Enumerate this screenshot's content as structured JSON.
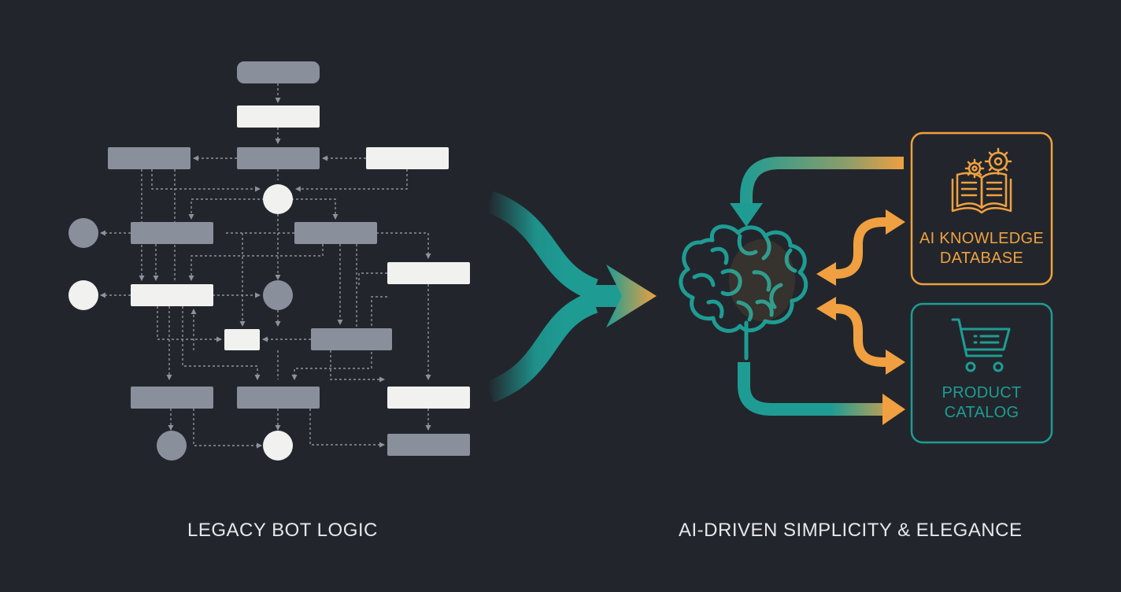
{
  "legacy": {
    "caption": "LEGACY BOT LOGIC"
  },
  "ai": {
    "caption": "AI-DRIVEN SIMPLICITY & ELEGANCE",
    "knowledge": {
      "line1": "AI KNOWLEDGE",
      "line2": "DATABASE",
      "icon": "book-gears-icon"
    },
    "catalog": {
      "line1": "PRODUCT",
      "line2": "CATALOG",
      "icon": "shopping-cart-icon"
    },
    "brain_icon": "brain-icon"
  },
  "colors": {
    "background": "#22262c",
    "teal": "#1e9c94",
    "orange": "#f0a040",
    "node_gray": "#8a8f9c",
    "node_white": "#f1f1ef"
  }
}
